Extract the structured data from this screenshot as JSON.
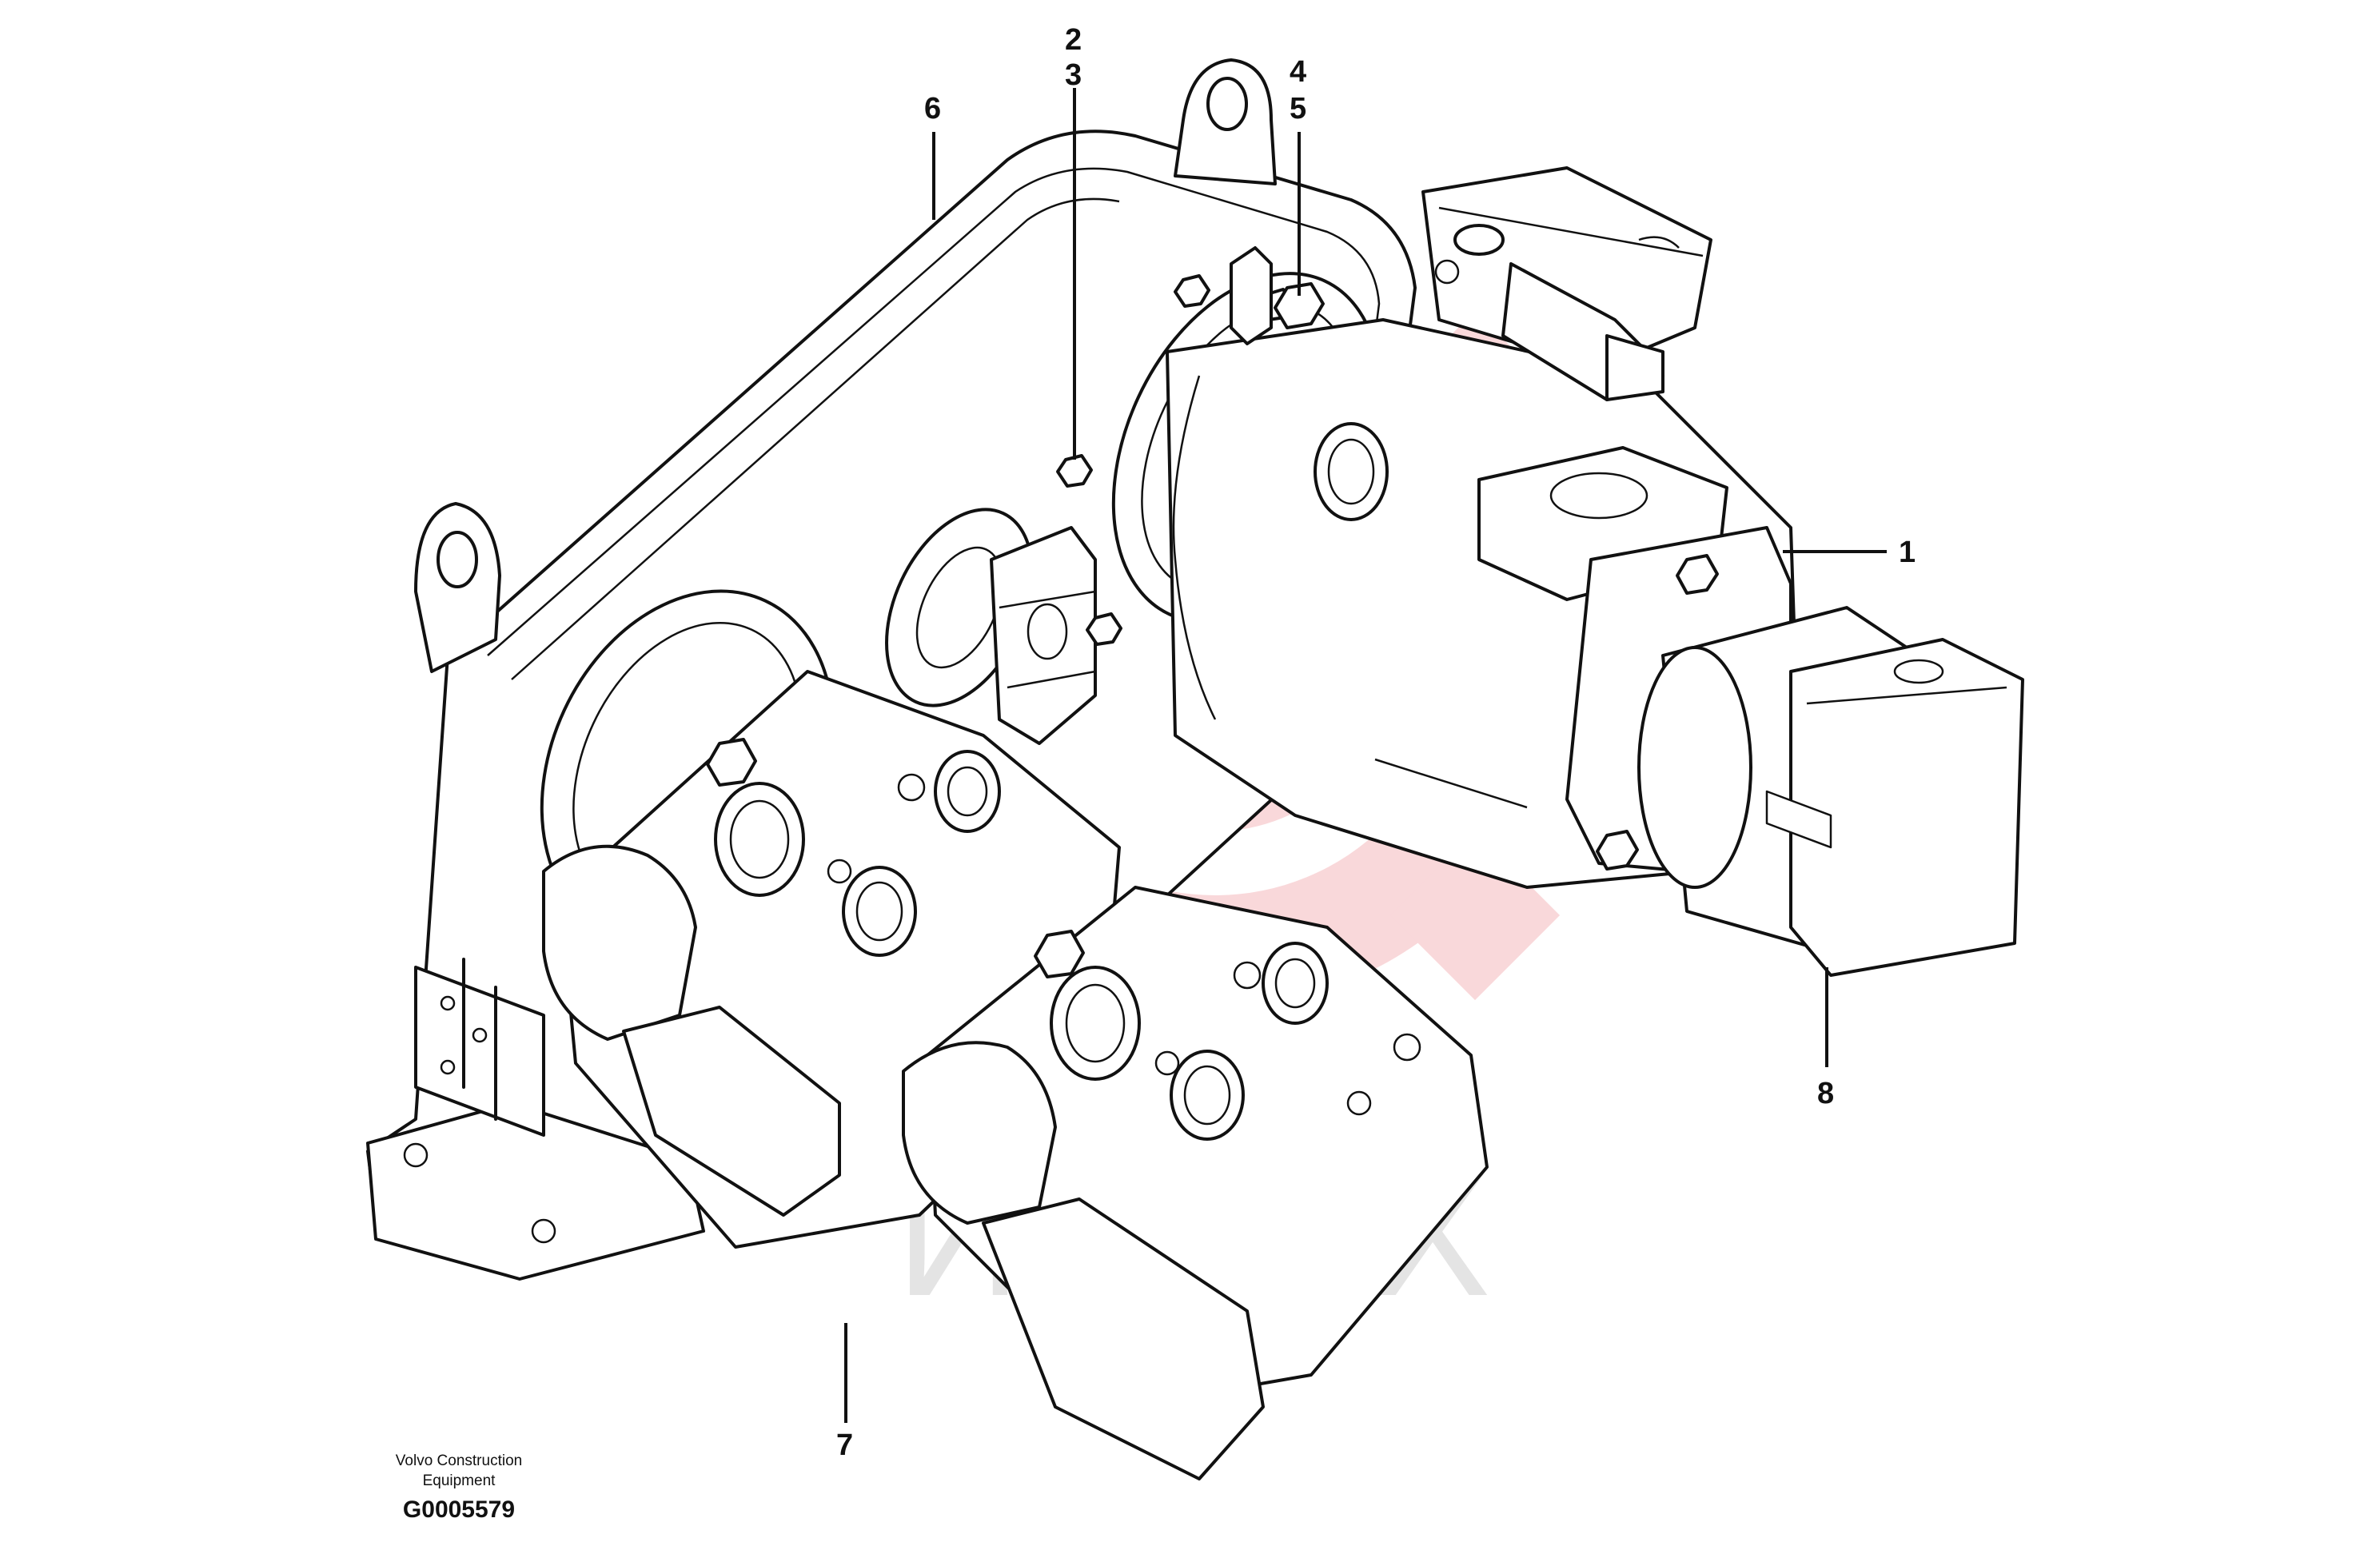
{
  "callouts": [
    {
      "id": "c1",
      "text": "1"
    },
    {
      "id": "c2",
      "text": "2"
    },
    {
      "id": "c3",
      "text": "3"
    },
    {
      "id": "c4",
      "text": "4"
    },
    {
      "id": "c5",
      "text": "5"
    },
    {
      "id": "c6",
      "text": "6"
    },
    {
      "id": "c7",
      "text": "7"
    },
    {
      "id": "c8",
      "text": "8"
    }
  ],
  "credit": {
    "line1": "Volvo Construction",
    "line2": "Equipment",
    "figure_id": "G0005579"
  },
  "watermark": {
    "text": "ИНТЕХ",
    "color": "#e8505a"
  }
}
